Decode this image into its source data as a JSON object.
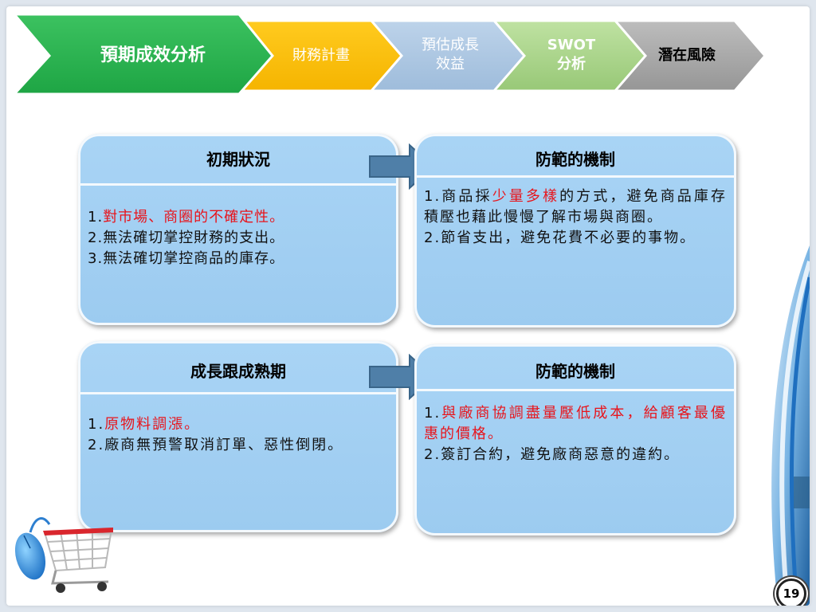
{
  "nav": {
    "steps": [
      {
        "lines": [
          "預期成效分析"
        ],
        "color": "#22b24c",
        "state": "active"
      },
      {
        "lines": [
          "財務計畫"
        ],
        "color": "#fbbf08"
      },
      {
        "lines": [
          "預估成長",
          "效益"
        ],
        "color": "#a9c4df"
      },
      {
        "lines": [
          "SWOT",
          "分析"
        ],
        "color": "#a8d389"
      },
      {
        "lines": [
          "潛在風險"
        ],
        "color": "#a3a3a3"
      }
    ]
  },
  "cards": {
    "initial": {
      "title": "初期狀況",
      "items": [
        {
          "num": "1.",
          "text": "對市場、商圈的不確定性。"
        },
        {
          "num": "2.",
          "text": "無法確切掌控財務的支出。"
        },
        {
          "num": "3.",
          "text": "無法確切掌控商品的庫存。"
        }
      ]
    },
    "prevent1": {
      "title": "防範的機制",
      "item1": {
        "num": "1.",
        "pre": "商品採",
        "highlight": "少量多樣",
        "post": "的方式，避免商品庫存積壓也藉此慢慢了解市場與商圈。"
      },
      "item2": {
        "num": "2.",
        "text": "節省支出，避免花費不必要的事物。"
      }
    },
    "growth": {
      "title": "成長跟成熟期",
      "items": [
        {
          "num": "1.",
          "text": "原物料調漲。"
        },
        {
          "num": "2.",
          "text": "廠商無預警取消訂單、惡性倒閉。"
        }
      ]
    },
    "prevent2": {
      "title": "防範的機制",
      "items": [
        {
          "num": "1.",
          "text": "與廠商協調盡量壓低成本，給顧客最優惠的價格。"
        },
        {
          "num": "2.",
          "text": "簽訂合約，避免廠商惡意的違約。"
        }
      ]
    }
  },
  "page_number": "19",
  "colors": {
    "card_fill": "#9ccbf0",
    "arrow_fill": "#4f7fa8",
    "highlight_red": "#e8141b"
  }
}
